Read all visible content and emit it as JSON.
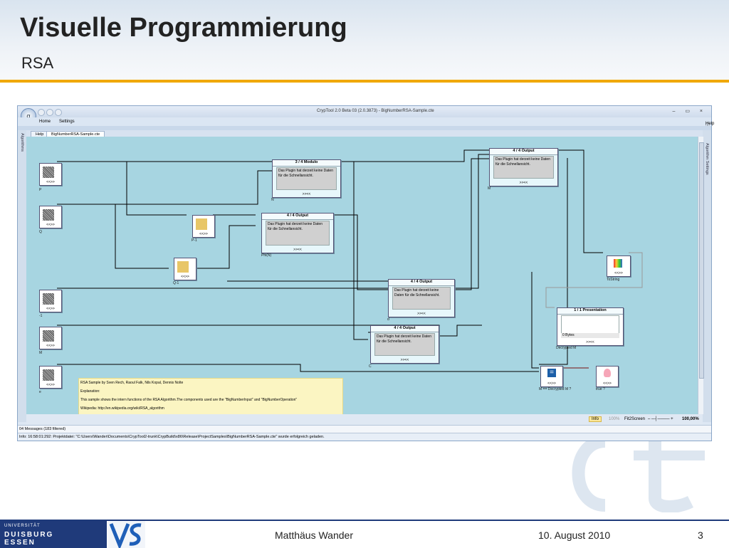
{
  "slide": {
    "title": "Visuelle Programmierung",
    "subtitle": "RSA"
  },
  "app": {
    "window_title": "CrypTool 2.0 Beta 03 (2.0.3873) - BigNumberRSA-Sample.cte",
    "ribbon_tabs": [
      "Home",
      "Settings"
    ],
    "help_label": "Help",
    "doc_tabs": [
      "Help",
      "BigNumberRSA-Sample.cte"
    ],
    "left_panel": "Algorithms",
    "right_panel": "Algorithm Settings",
    "status": {
      "info": "Info",
      "zoom_preset": "100%",
      "fit": "Fit2Screen",
      "zoom": "100,00%"
    },
    "messages": "04 Messages (183 filtered)",
    "info_line": "Info: 16:58:01:292: Projektdatei: \"C:\\Users\\Wander\\Documents\\CrypTool2-trunk\\CrypBuild\\x86\\Release\\ProjectSamples\\BigNumberRSA-Sample.cte\" wurde erfolgreich geladen."
  },
  "nodes": {
    "input_label": "<<>>",
    "output_footer": ">><<",
    "inputs": [
      "P",
      "Q",
      "-1",
      "M",
      "e"
    ],
    "ops": [
      "P-1",
      "Q-1"
    ],
    "windows": [
      {
        "head": "3 / 4 Modulo",
        "text": "Das Plugin hat derzeit keine Daten für die Schnellansicht.",
        "caption": "N"
      },
      {
        "head": "4 / 4 Output",
        "text": "Das Plugin hat derzeit keine Daten für die Schnellansicht.",
        "caption": "Phi(N)"
      },
      {
        "head": "4 / 4 Output",
        "text": "Das Plugin hat derzeit keine Daten für die Schnellansicht.",
        "caption": "M"
      },
      {
        "head": "4 / 4 Output",
        "text": "Das Plugin hat derzeit keine Daten für die Schnellansicht.",
        "caption": "d"
      },
      {
        "head": "4 / 4 Output",
        "text": "Das Plugin hat derzeit keine Daten für die Schnellansicht.",
        "caption": "C"
      }
    ],
    "tostring": "ToString",
    "presentation": {
      "head": "1 / 1 Presentation",
      "bytes": "0 Bytes",
      "caption": "Decrypted M"
    },
    "compare": "M == Decrypted M ?",
    "result": "true ?"
  },
  "comment": [
    "RSA Sample by Sven Rech, Raoul Falk, Nils Kopal, Dennis Nolte",
    "Explanation:",
    "This sample shows the intern functions of the RSA Algorithm.The components used are the \"BigNumberInput\" and \"BigNumberOperation\"",
    "Wikipedia: http://en.wikipedia.org/wiki/RSA_algorithm"
  ],
  "footer": {
    "uni_top": "UNIVERSITÄT",
    "uni_mid": "DUISBURG",
    "uni_bot": "ESSEN",
    "author": "Matthäus Wander",
    "date": "10. August 2010",
    "page": "3"
  },
  "colors": {
    "accent": "#f0a800",
    "canvas": "#a7d5e1",
    "uni_blue": "#1f3a7a"
  }
}
